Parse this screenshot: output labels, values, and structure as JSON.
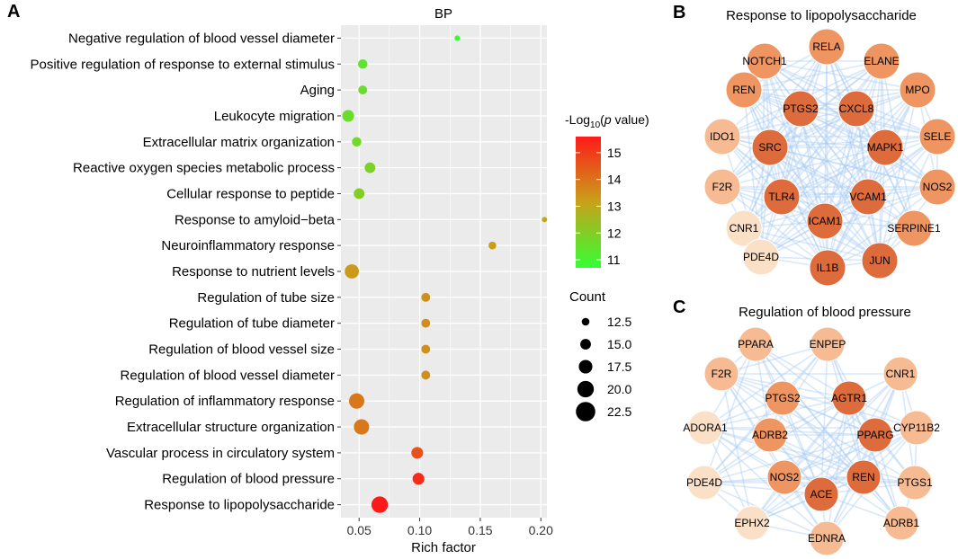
{
  "colors": {
    "panel_bg": "#ebebeb",
    "grid": "#ffffff",
    "grad_low": "#33ff33",
    "grad_mid": "#c8a21a",
    "grad_high": "#ff1a1a",
    "edge": "#a8cdf5",
    "node_dark": "#dd6b3c",
    "node_mid": "#ef9561",
    "node_light": "#f6bb92",
    "node_pale": "#fbe0c8",
    "node_stroke": "#ffffff"
  },
  "panels": {
    "A": "A",
    "B": "B",
    "C": "C"
  },
  "chart_data": [
    {
      "type": "scatter",
      "title": "BP",
      "xlabel": "Rich factor",
      "ylabel": "",
      "xlim": [
        0.035,
        0.205
      ],
      "xticks": [
        0.05,
        0.1,
        0.15,
        0.2
      ],
      "xtick_labels": [
        "0.05",
        "0.10",
        "0.15",
        "0.20"
      ],
      "grid": true,
      "legend_placement": "right",
      "color_legend": {
        "title_prefix": "-Log",
        "title_sub": "10",
        "title_open": "(",
        "title_italic": "p",
        "title_suffix": " value)",
        "min": 10.7,
        "max": 15.6,
        "ticks": [
          11,
          12,
          13,
          14,
          15
        ],
        "tick_labels": [
          "11",
          "12",
          "13",
          "14",
          "15"
        ]
      },
      "size_legend": {
        "title": "Count",
        "values": [
          12.5,
          15.0,
          17.5,
          20.0,
          22.5
        ],
        "labels": [
          "12.5",
          "15.0",
          "17.5",
          "20.0",
          "22.5"
        ]
      },
      "terms": [
        "Negative regulation of blood vessel diameter",
        "Positive regulation of response to external stimulus",
        "Aging",
        "Leukocyte migration",
        "Extracellular matrix organization",
        "Reactive oxygen species metabolic process",
        "Cellular response to peptide",
        "Response to amyloid−beta",
        "Neuroinflammatory response",
        "Response to nutrient levels",
        "Regulation of tube size",
        "Regulation of tube diameter",
        "Regulation of blood vessel size",
        "Regulation of blood vessel diameter",
        "Regulation of inflammatory response",
        "Extracellular structure organization",
        "Vascular process in circulatory system",
        "Regulation of blood pressure",
        "Response to lipopolysaccharide"
      ],
      "rich_factor": [
        0.131,
        0.053,
        0.053,
        0.041,
        0.048,
        0.059,
        0.05,
        0.203,
        0.16,
        0.044,
        0.105,
        0.105,
        0.105,
        0.105,
        0.048,
        0.052,
        0.098,
        0.099,
        0.067
      ],
      "neg_log10_p": [
        10.8,
        11.4,
        11.6,
        11.6,
        11.7,
        11.9,
        12.0,
        13.0,
        13.2,
        13.3,
        13.5,
        13.5,
        13.5,
        13.5,
        13.9,
        13.9,
        14.6,
        15.3,
        15.6
      ],
      "count": [
        10.5,
        14,
        13.5,
        16,
        14,
        15,
        15,
        10.5,
        12.5,
        18,
        13.5,
        13.5,
        13.5,
        13.5,
        19,
        19,
        16,
        16,
        20
      ]
    },
    {
      "type": "network",
      "title": "Response to lipopolysaccharide",
      "nodes": [
        {
          "label": "NOTCH1",
          "shade": "mid"
        },
        {
          "label": "RELA",
          "shade": "mid"
        },
        {
          "label": "ELANE",
          "shade": "mid"
        },
        {
          "label": "REN",
          "shade": "mid"
        },
        {
          "label": "MPO",
          "shade": "mid"
        },
        {
          "label": "PTGS2",
          "shade": "dark"
        },
        {
          "label": "CXCL8",
          "shade": "dark"
        },
        {
          "label": "IDO1",
          "shade": "light"
        },
        {
          "label": "SELE",
          "shade": "mid"
        },
        {
          "label": "SRC",
          "shade": "dark"
        },
        {
          "label": "MAPK1",
          "shade": "dark"
        },
        {
          "label": "F2R",
          "shade": "light"
        },
        {
          "label": "NOS2",
          "shade": "mid"
        },
        {
          "label": "TLR4",
          "shade": "dark"
        },
        {
          "label": "VCAM1",
          "shade": "dark"
        },
        {
          "label": "CNR1",
          "shade": "pale"
        },
        {
          "label": "ICAM1",
          "shade": "dark"
        },
        {
          "label": "SERPINE1",
          "shade": "mid"
        },
        {
          "label": "PDE4D",
          "shade": "pale"
        },
        {
          "label": "IL1B",
          "shade": "dark"
        },
        {
          "label": "JUN",
          "shade": "dark"
        }
      ]
    },
    {
      "type": "network",
      "title": "Regulation of blood pressure",
      "nodes": [
        {
          "label": "PPARA",
          "shade": "light"
        },
        {
          "label": "ENPEP",
          "shade": "light"
        },
        {
          "label": "F2R",
          "shade": "light"
        },
        {
          "label": "CNR1",
          "shade": "light"
        },
        {
          "label": "PTGS2",
          "shade": "mid"
        },
        {
          "label": "AGTR1",
          "shade": "dark"
        },
        {
          "label": "ADORA1",
          "shade": "pale"
        },
        {
          "label": "CYP11B2",
          "shade": "light"
        },
        {
          "label": "ADRB2",
          "shade": "mid"
        },
        {
          "label": "PPARG",
          "shade": "dark"
        },
        {
          "label": "PDE4D",
          "shade": "pale"
        },
        {
          "label": "NOS2",
          "shade": "mid"
        },
        {
          "label": "REN",
          "shade": "dark"
        },
        {
          "label": "PTGS1",
          "shade": "light"
        },
        {
          "label": "ACE",
          "shade": "dark"
        },
        {
          "label": "EPHX2",
          "shade": "pale"
        },
        {
          "label": "ADRB1",
          "shade": "light"
        },
        {
          "label": "EDNRA",
          "shade": "light"
        }
      ]
    }
  ]
}
